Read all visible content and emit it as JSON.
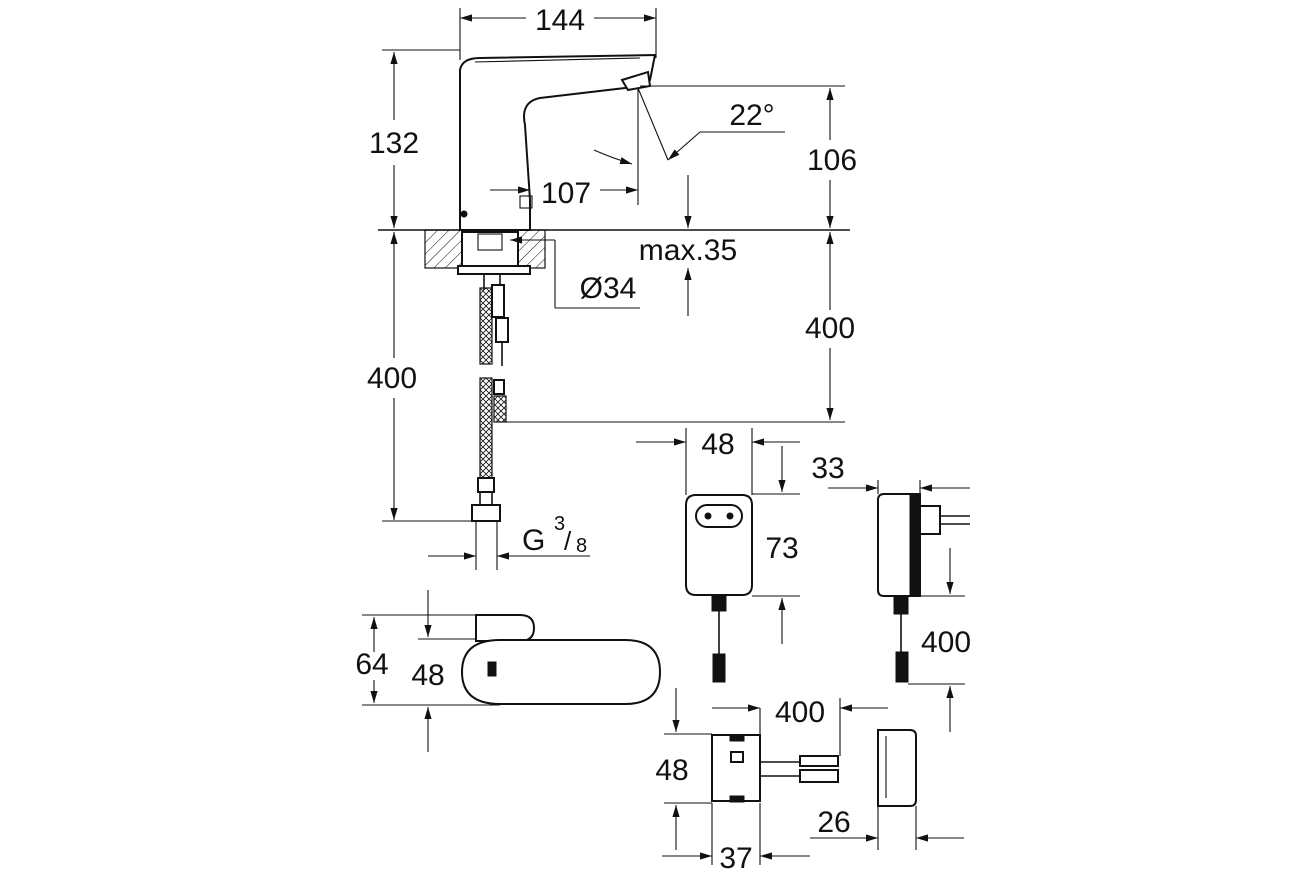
{
  "dimensions": {
    "spout_reach": "144",
    "height": "132",
    "sensor_angle": "22°",
    "outlet_height": "106",
    "sensor_distance": "107",
    "max_thickness": "max.35",
    "hole_diameter": "Ø34",
    "hose_length_right": "400",
    "hose_length_left": "400",
    "connection_thread": "G",
    "thread_numerator": "3",
    "thread_denominator": "8",
    "adapter_width": "48",
    "adapter_height": "73",
    "adapter_depth": "33",
    "adapter_cable": "400",
    "spout_top_height": "64",
    "spout_width": "48",
    "box_cable": "400",
    "box_height": "48",
    "box_width": "37",
    "cover_depth": "26"
  }
}
